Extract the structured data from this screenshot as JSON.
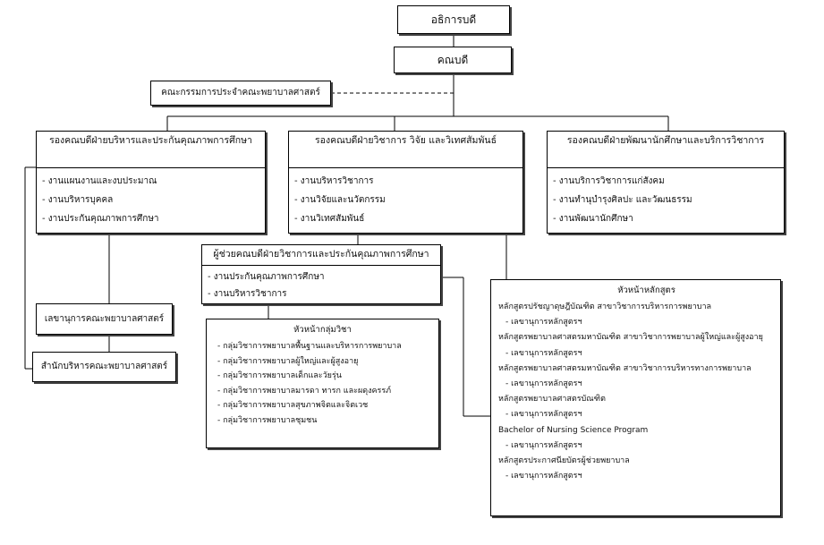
{
  "president": "อธิการบดี",
  "dean": "คณบดี",
  "faculty_committee": "คณะกรรมการประจำคณะพยาบาลศาสตร์",
  "vp_admin": {
    "title": "รองคณบดีฝ่ายบริหารและประกันคุณภาพการศึกษา",
    "items": [
      "งานแผนงานและงบประมาณ",
      "งานบริหารบุคคล",
      "งานประกันคุณภาพการศึกษา"
    ]
  },
  "vp_academic": {
    "title": "รองคณบดีฝ่ายวิชาการ วิจัย และวิเทศสัมพันธ์",
    "items": [
      "งานบริหารวิชาการ",
      "งานวิจัยและนวัตกรรม",
      "งานวิเทศสัมพันธ์"
    ]
  },
  "vp_student": {
    "title": "รองคณบดีฝ่ายพัฒนานักศึกษาและบริการวิชาการ",
    "items": [
      "งานบริการวิชาการแก่สังคม",
      "งานทำนุบำรุงศิลปะ และวัฒนธรรม",
      "งานพัฒนานักศึกษา"
    ]
  },
  "assistant_dean": {
    "title": "ผู้ช่วยคณบดีฝ่ายวิชาการและประกันคุณภาพการศึกษา",
    "items": [
      "งานประกันคุณภาพการศึกษา",
      "งานบริหารวิชาการ"
    ]
  },
  "secretary": "เลขานุการคณะพยาบาลศาสตร์",
  "dean_office": "สำนักบริหารคณะพยาบาลศาสตร์",
  "dept_heads": {
    "title": "หัวหน้ากลุ่มวิชา",
    "items": [
      "กลุ่มวิชาการพยาบาลพื้นฐานและบริหารการพยาบาล",
      "กลุ่มวิชาการพยาบาลผู้ใหญ่และผู้สูงอายุ",
      "กลุ่มวิชาการพยาบาลเด็กและวัยรุ่น",
      "กลุ่มวิชาการพยาบาลมารดา ทารก และผดุงครรภ์",
      "กลุ่มวิชาการพยาบาลสุขภาพจิตและจิตเวช",
      "กลุ่มวิชาการพยาบาลชุมชน"
    ]
  },
  "program_heads": {
    "title": "หัวหน้าหลักสูตร",
    "programs": [
      {
        "name": "หลักสูตรปรัชญาดุษฎีบัณฑิต  สาขาวิชาการบริหารการพยาบาล",
        "secretary": "เลขานุการหลักสูตรฯ"
      },
      {
        "name": "หลักสูตรพยาบาลศาสตรมหาบัณฑิต สาขาวิชาการพยาบาลผู้ใหญ่และผู้สูงอายุ",
        "secretary": "เลขานุการหลักสูตรฯ"
      },
      {
        "name": "หลักสูตรพยาบาลศาสตรมหาบัณฑิต สาขาวิชาการบริหารทางการพยาบาล",
        "secretary": "เลขานุการหลักสูตรฯ"
      },
      {
        "name": "หลักสูตรพยาบาลศาสตรบัณฑิต",
        "secretary": "เลขานุการหลักสูตรฯ"
      },
      {
        "name": "Bachelor of Nursing Science Program",
        "secretary": "เลขานุการหลักสูตรฯ"
      },
      {
        "name": "หลักสูตรประกาศนียบัตรผู้ช่วยพยาบาล",
        "secretary": "เลขานุการหลักสูตรฯ"
      }
    ]
  }
}
